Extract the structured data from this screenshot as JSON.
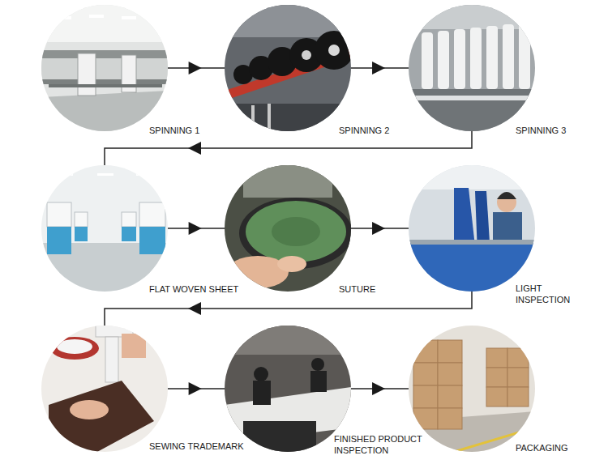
{
  "diagram": {
    "nodes": [
      {
        "text": [
          "SPINNING 1"
        ]
      },
      {
        "text": [
          "SPINNING 2"
        ]
      },
      {
        "text": [
          "SPINNING 3"
        ]
      },
      {
        "text": [
          "FLAT WOVEN SHEET"
        ]
      },
      {
        "text": [
          "SUTURE"
        ]
      },
      {
        "text": [
          "LIGHT INSPECTION"
        ]
      },
      {
        "text": [
          "SEWING TRADEMARK"
        ]
      },
      {
        "text": [
          "FINISHED PRODUCT INSPECTION"
        ]
      },
      {
        "text": [
          "PACKAGING"
        ]
      }
    ],
    "edges": [
      {
        "from": 0,
        "to": 1,
        "arrow": "to"
      },
      {
        "from": 1,
        "to": 2,
        "arrow": "to"
      },
      {
        "from": 2,
        "to": 3,
        "arrow": "to"
      },
      {
        "from": 3,
        "to": 4,
        "arrow": "to"
      },
      {
        "from": 4,
        "to": 5,
        "arrow": "to"
      },
      {
        "from": 5,
        "to": 6,
        "arrow": "to"
      },
      {
        "from": 6,
        "to": 7,
        "arrow": "to"
      },
      {
        "from": 7,
        "to": 8,
        "arrow": "to"
      }
    ]
  }
}
